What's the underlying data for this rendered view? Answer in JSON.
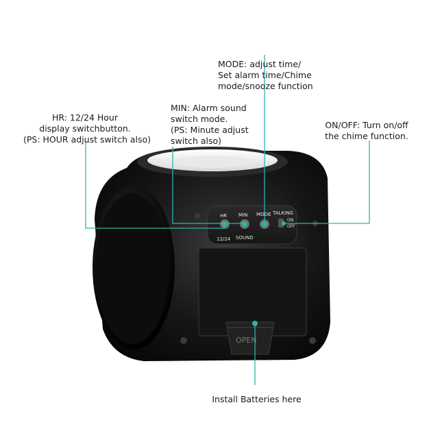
{
  "annotations": {
    "mode": "MODE: adjust time/\nSet alarm time/Chime\nmode/snooze function",
    "hr": "HR: 12/24 Hour\ndisplay switchbutton.\n(PS: HOUR adjust switch also)",
    "min": "MIN: Alarm sound\nswitch mode.\n(PS: Minute adjust\nswitch also)",
    "onoff": "ON/OFF: Turn on/off\nthe chime function.",
    "battery": "Install Batteries here"
  },
  "device_labels": {
    "hr": "HR",
    "min": "MIN",
    "mode": "MODE",
    "talking": "TALKING",
    "on": "ON",
    "off": "OFF",
    "hr_sub": "12/24",
    "sound": "SOUND",
    "open": "OPEN"
  },
  "colors": {
    "accent_line": "#2fb5a6",
    "device_body": "#101010"
  }
}
